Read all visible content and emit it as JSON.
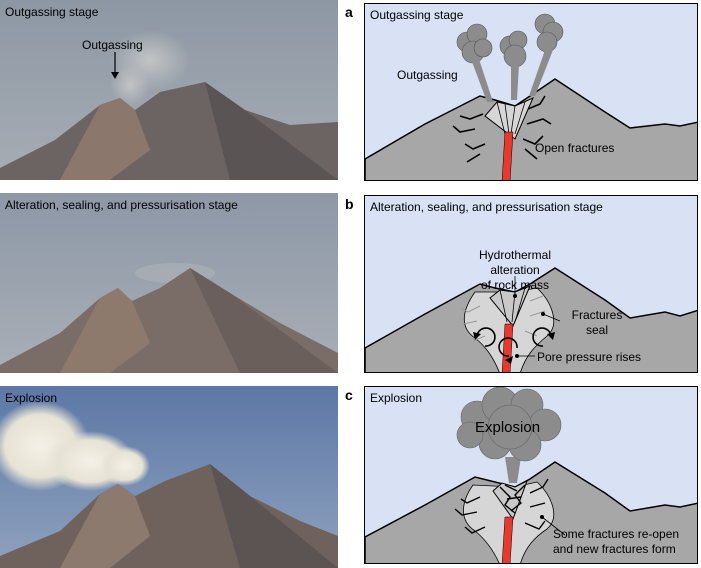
{
  "rows": [
    {
      "photo_title": "Outgassing stage",
      "photo_annotation": "Outgassing",
      "letter": "a",
      "diagram_title": "Outgassing stage",
      "labels": {
        "outgassing": "Outgassing",
        "fractures": "Open fractures"
      }
    },
    {
      "photo_title": "Alteration, sealing, and pressurisation stage",
      "letter": "b",
      "diagram_title": "Alteration, sealing, and pressurisation stage",
      "labels": {
        "alteration_line1": "Hydrothermal alteration",
        "alteration_line2": "of rock mass",
        "seal_line1": "Fractures",
        "seal_line2": "seal",
        "pore": "Pore pressure rises"
      }
    },
    {
      "photo_title": "Explosion",
      "letter": "c",
      "diagram_title": "Explosion",
      "labels": {
        "cloud": "Explosion",
        "reopen_line1": "Some fractures re-open",
        "reopen_line2": "and new fractures form"
      }
    }
  ],
  "colors": {
    "sky": "#d8e2f4",
    "ground": "#a7a7a7",
    "conduit": "#e8392d",
    "altered_zone": "#d6d6d6",
    "plume": "#8c8c8c"
  }
}
